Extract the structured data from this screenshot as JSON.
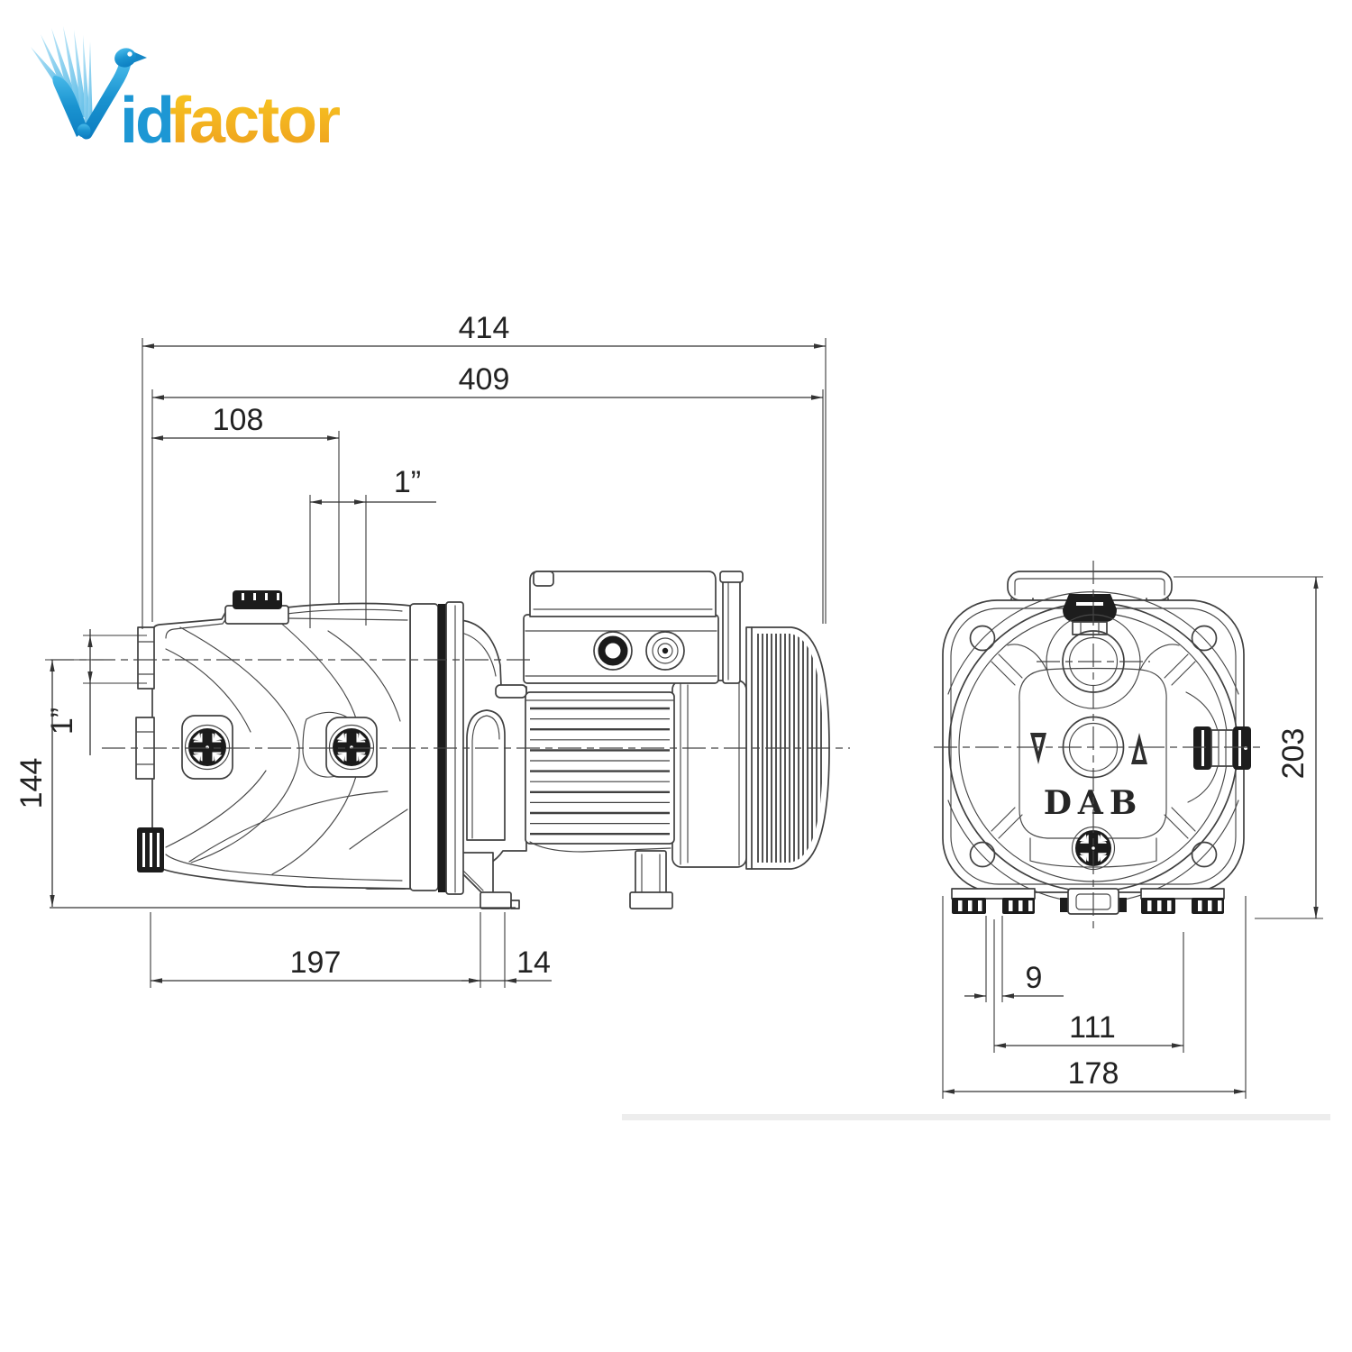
{
  "page": {
    "background": "#ffffff"
  },
  "logo": {
    "brand": "Vidfactor",
    "text_id": "id",
    "text_factor": "factor",
    "bird_blue": "#1a93d0",
    "factor_orange": "#f2a81d"
  },
  "diagram": {
    "pump_brand_label": "DAB",
    "line_color": "#404040",
    "side_view": {
      "dim_overall_length": "414",
      "dim_casing_length": "409",
      "dim_port_offset": "108",
      "dim_top_port": "1”",
      "dim_side_port": "1”",
      "dim_axis_height": "144",
      "dim_base_length": "197",
      "dim_foot_overhang": "14"
    },
    "front_view": {
      "dim_slot_width": "9",
      "dim_foot_hole_spacing": "111",
      "dim_base_width": "178",
      "dim_overall_height": "203"
    }
  }
}
